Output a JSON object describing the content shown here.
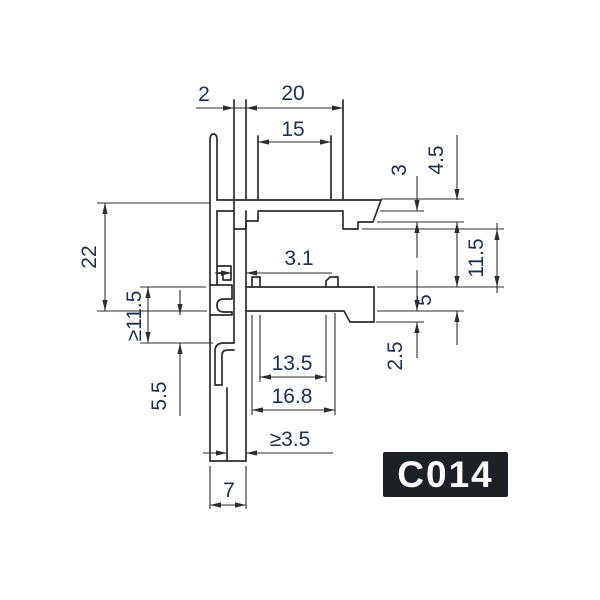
{
  "drawing": {
    "part_number": "C014",
    "dims": {
      "top_wall": "2",
      "top_channel_outer": "20",
      "top_channel_inner": "15",
      "stem_thickness": "3.1",
      "overall_height": "22",
      "left_slot_min": "≥11.5",
      "left_clip_depth": "5.5",
      "right_lip": "3",
      "right_end_height": "4.5",
      "right_opening": "11.5",
      "right_flange": "5",
      "right_lower_lip": "2.5",
      "bottom_channel_inner": "13.5",
      "bottom_channel_outer": "16.8",
      "bottom_gap_min": "≥3.5",
      "stem_width": "7"
    },
    "colors": {
      "line": "#2d2d2d",
      "dim_text": "#1c3050",
      "badge_bg": "#1d2126",
      "badge_text": "#ffffff",
      "background": "#ffffff"
    }
  }
}
